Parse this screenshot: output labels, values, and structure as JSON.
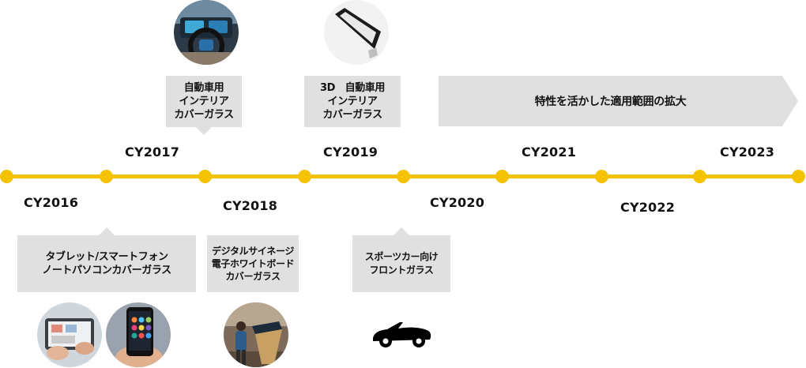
{
  "timeline": {
    "years_top": [
      "CY2017",
      "CY2019",
      "CY2021",
      "CY2023"
    ],
    "years_bottom": [
      "CY2016",
      "CY2018",
      "CY2020",
      "CY2022"
    ]
  },
  "callouts_top": [
    {
      "lines": [
        "自動車用",
        "インテリア",
        "カバーガラス"
      ],
      "image_icon": "car-dashboard-photo"
    },
    {
      "lines": [
        "3D　自動車用",
        "インテリア",
        "カバーガラス"
      ],
      "image_icon": "curved-glass-panel-photo"
    }
  ],
  "banner": {
    "label": "特性を活かした適用範囲の拡大"
  },
  "callouts_bottom": [
    {
      "lines": [
        "タブレット/スマートフォン",
        "ノートパソコンカバーガラス"
      ],
      "image_icons": [
        "tablet-photo",
        "smartphone-photo"
      ]
    },
    {
      "lines": [
        "デジタルサイネージ",
        "電子ホワイトボード",
        "カバーガラス"
      ],
      "image_icon": "digital-signage-photo"
    },
    {
      "lines": [
        "スポーツカー向け",
        "フロントガラス"
      ],
      "image_icon": "sports-car-icon"
    }
  ],
  "colors": {
    "timeline": "#f5c200",
    "callout_bg": "#e0e0e0"
  }
}
